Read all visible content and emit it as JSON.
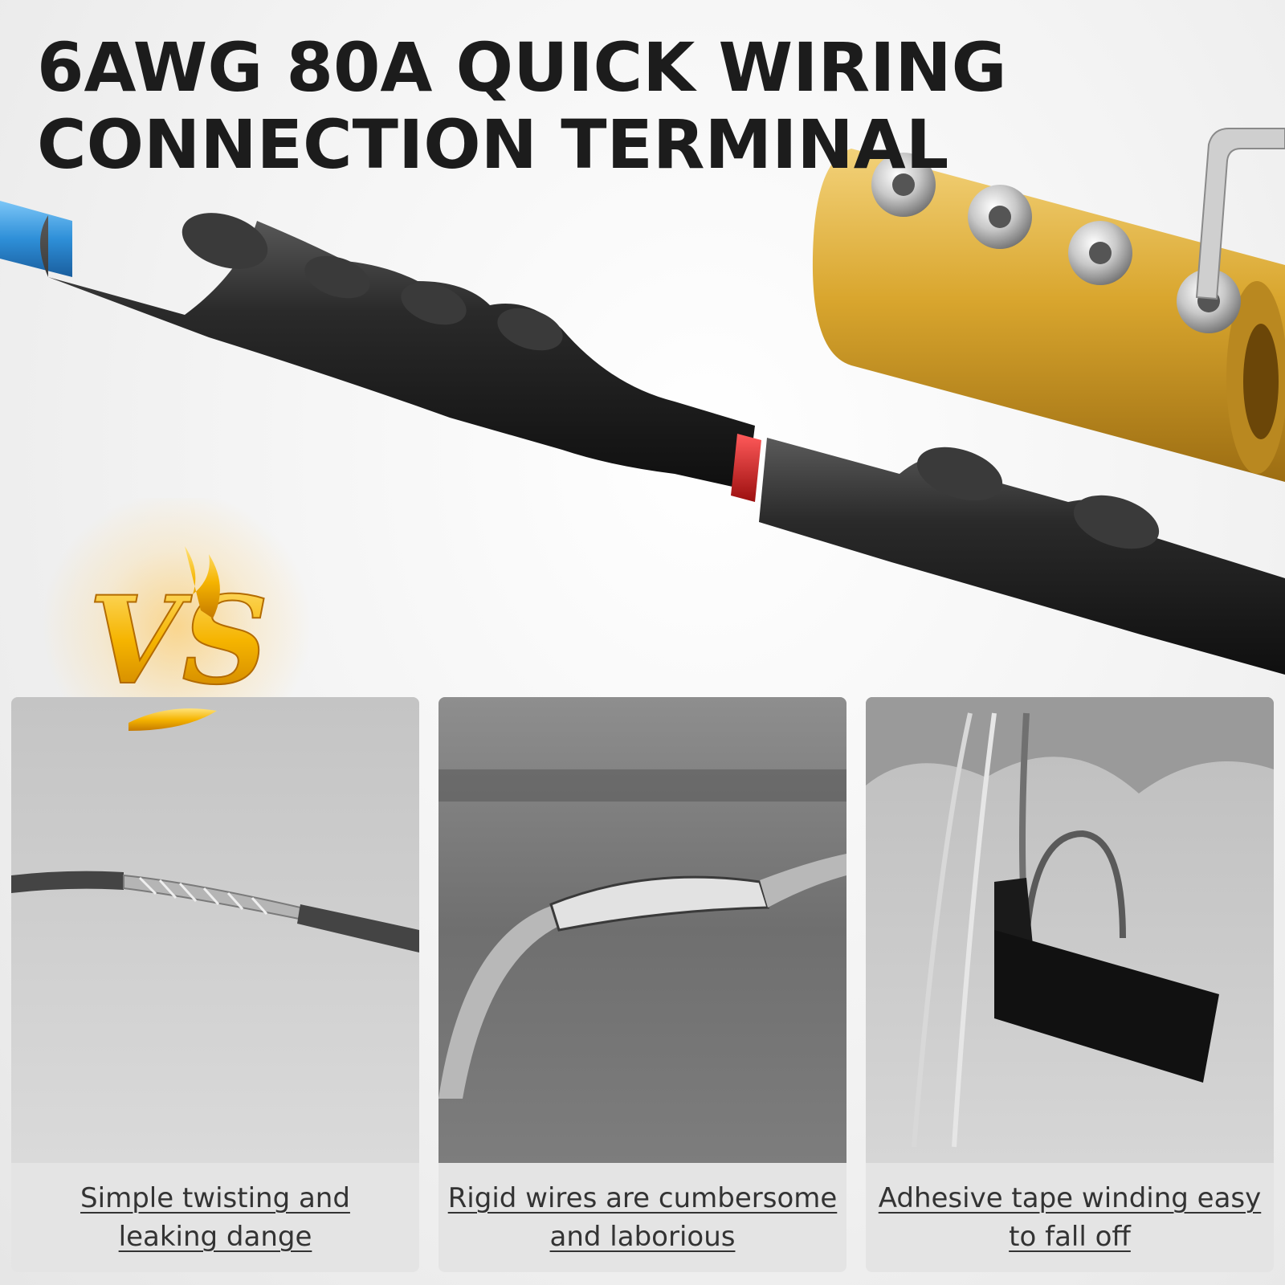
{
  "headline": {
    "line1": "6AWG 80A QUICK WIRING",
    "line2": "CONNECTION TERMINAL"
  },
  "vs_badge": {
    "text": "VS",
    "color": "#f5b400"
  },
  "comparisons": [
    {
      "line1": "Simple twisting and",
      "line2": "leaking dange"
    },
    {
      "line1": "Rigid wires are cumbersome",
      "line2": "and laborious"
    },
    {
      "line1": "Adhesive tape winding easy",
      "line2": "to fall off"
    }
  ],
  "colors": {
    "heading": "#1c1c1c",
    "caption": "#333333",
    "cable_blue": "#2e8fd8",
    "tube_black": "#1f1f1f",
    "brass": "#d9a62e",
    "accent_red": "#d81e1e"
  }
}
